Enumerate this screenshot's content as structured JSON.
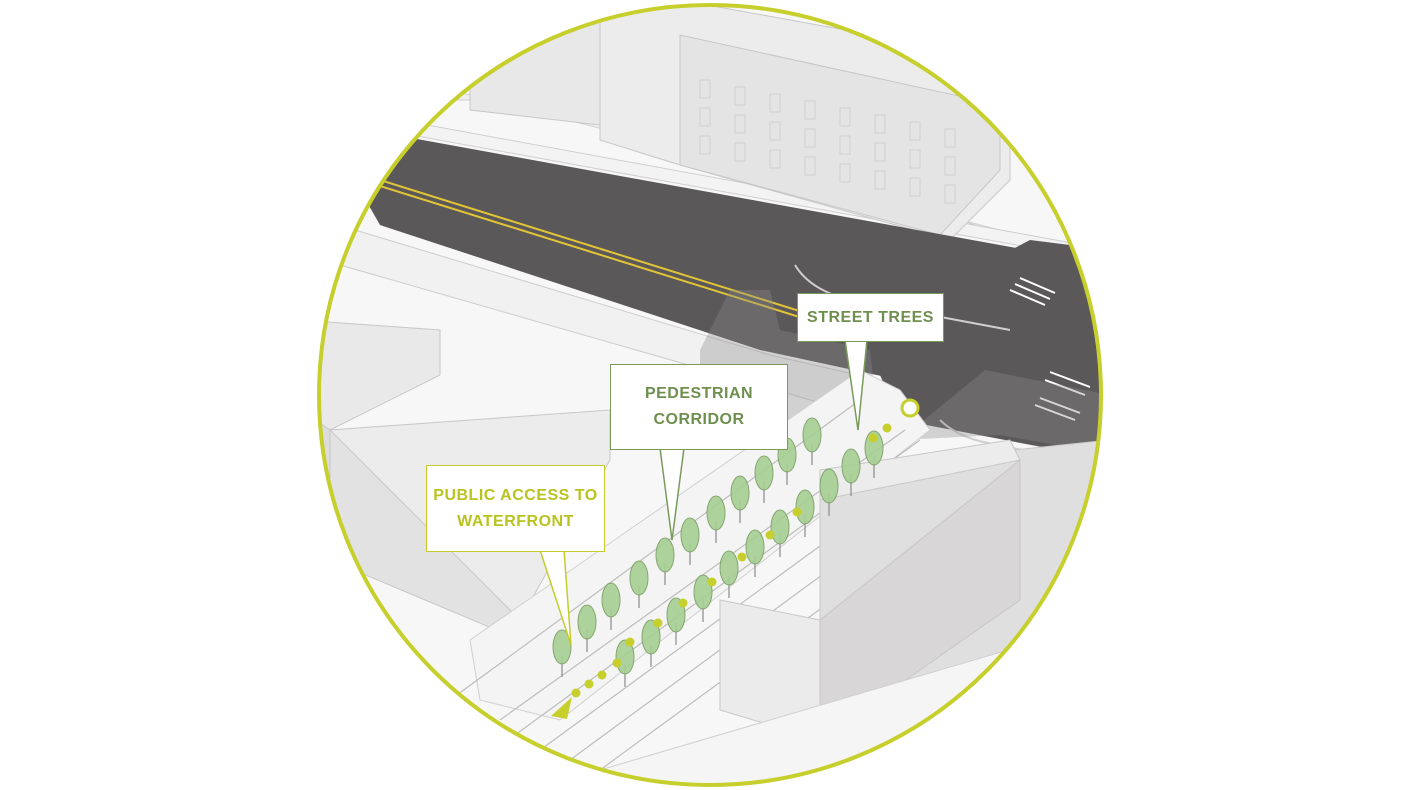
{
  "colors": {
    "ring": "#c6cf2c",
    "road": "#5b5859",
    "centerline": "#e2c437",
    "building_fill": "#ececec",
    "building_line": "#c7c7c7",
    "tree_fill": "#a6cf93",
    "tree_stroke": "#7a9e62",
    "path_dots": "#c6cf2c",
    "label_green": "#6f8f4f",
    "label_yellow": "#b8c320"
  },
  "labels": {
    "street_trees": "STREET TREES",
    "pedestrian_corridor": [
      "PEDESTRIAN",
      "CORRIDOR"
    ],
    "public_access": [
      "PUBLIC ACCESS TO",
      "WATERFRONT"
    ]
  },
  "icons": {
    "tree": "tree-icon",
    "path_start": "circle-marker-icon",
    "path_end": "arrowhead-icon"
  }
}
